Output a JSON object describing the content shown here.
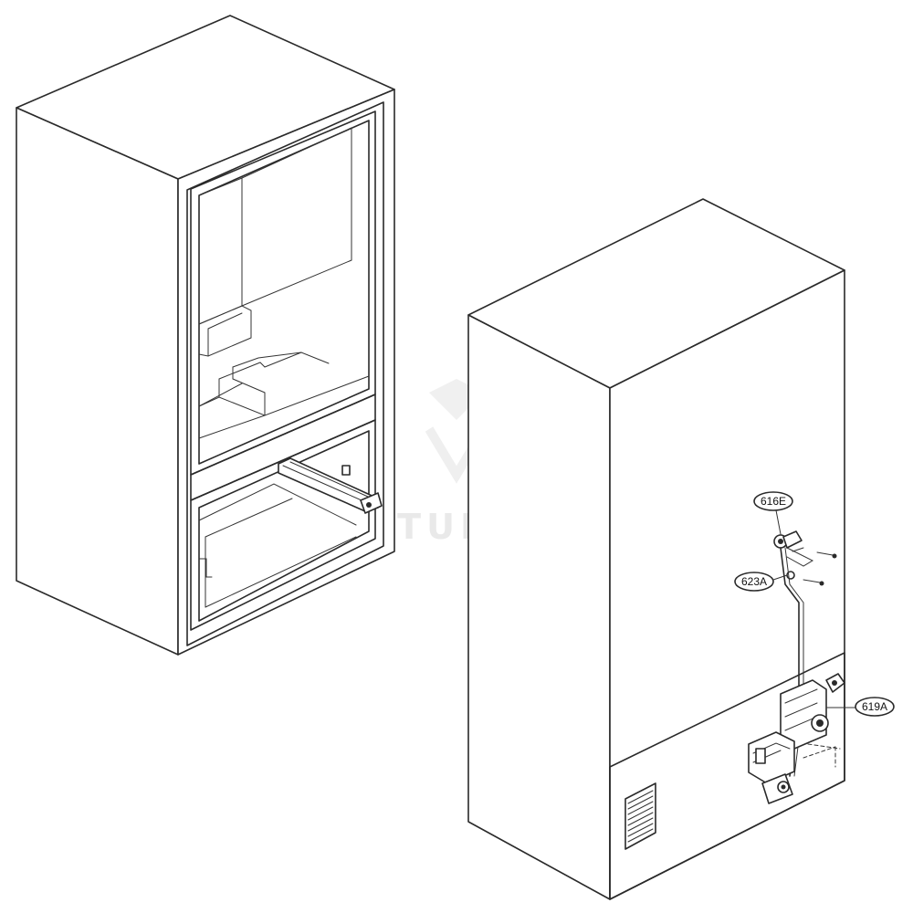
{
  "callouts": [
    {
      "id": "616E",
      "label": "616E"
    },
    {
      "id": "623A",
      "label": "623A"
    },
    {
      "id": "619A",
      "label": "619A"
    }
  ],
  "watermark": "VENTURE",
  "colors": {
    "line": "#2a2a2a",
    "background": "#ffffff",
    "watermark": "#e9e9e9"
  }
}
